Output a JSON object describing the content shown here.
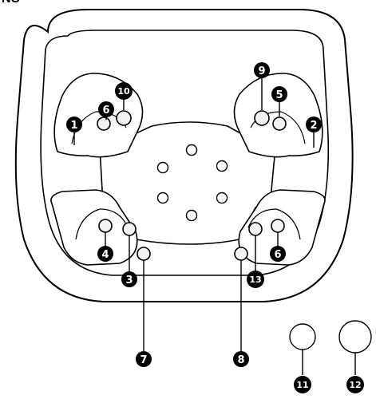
{
  "header": {
    "text": "NS"
  },
  "colors": {
    "outline": "#000000",
    "badge_fill": "#000000",
    "badge_text": "#ffffff",
    "wheel_fill": "#ffffff",
    "button_fill": "#f2f2f2"
  },
  "callouts": [
    {
      "id": "c1",
      "label": "1"
    },
    {
      "id": "c2",
      "label": "2"
    },
    {
      "id": "c3",
      "label": "3"
    },
    {
      "id": "c4",
      "label": "4"
    },
    {
      "id": "c5",
      "label": "5"
    },
    {
      "id": "c6a",
      "label": "6"
    },
    {
      "id": "c6b",
      "label": "6"
    },
    {
      "id": "c7",
      "label": "7"
    },
    {
      "id": "c8",
      "label": "8"
    },
    {
      "id": "c9",
      "label": "9"
    },
    {
      "id": "c10",
      "label": "10"
    },
    {
      "id": "c11",
      "label": "11"
    },
    {
      "id": "c12",
      "label": "12"
    },
    {
      "id": "c13",
      "label": "13"
    }
  ]
}
